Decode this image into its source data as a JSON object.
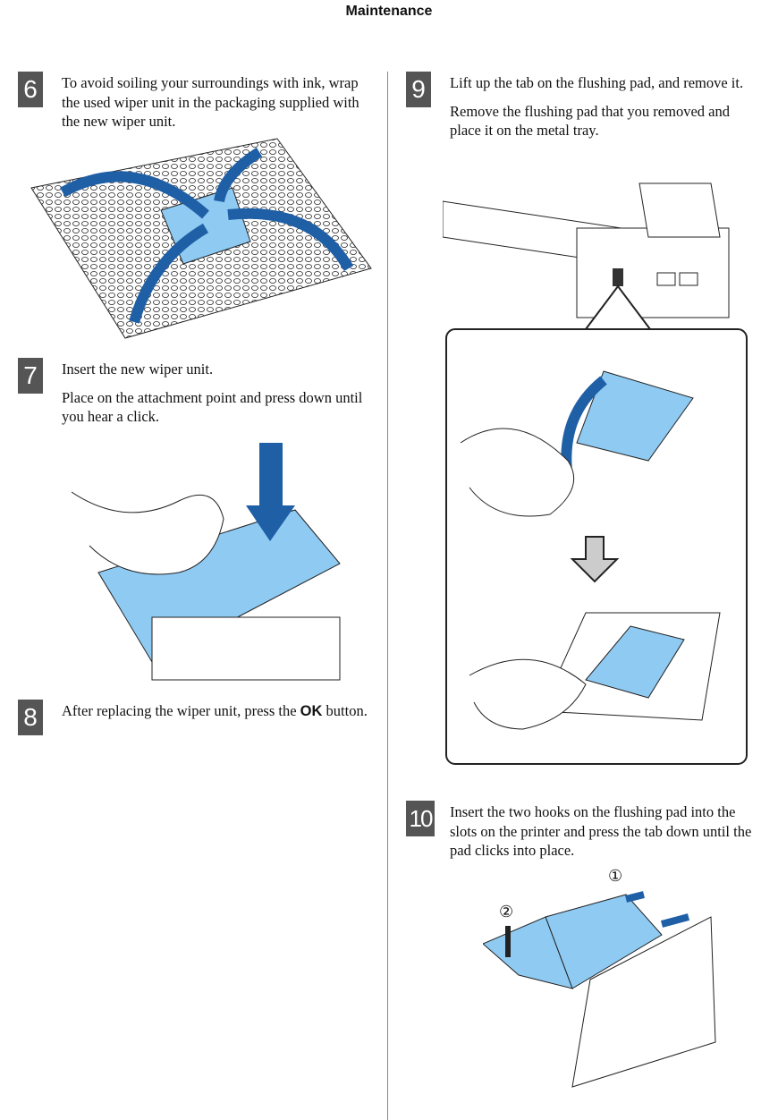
{
  "header": {
    "title": "Maintenance"
  },
  "steps": {
    "s6": {
      "number": "6",
      "text": "To avoid soiling your surroundings with ink, wrap the used wiper unit in the packaging supplied with the new wiper unit."
    },
    "s7": {
      "number": "7",
      "text1": "Insert the new wiper unit.",
      "text2": "Place on the attachment point and press down until you hear a click."
    },
    "s8": {
      "number": "8",
      "text_before": "After replacing the wiper unit, press the ",
      "ok": "OK",
      "text_after": " button."
    },
    "s9": {
      "number": "9",
      "text1": "Lift up the tab on the flushing pad, and remove it.",
      "text2": "Remove the flushing pad that you removed and place it on the metal tray."
    },
    "s10": {
      "number": "10",
      "text": "Insert the two hooks on the flushing pad into the slots on the printer and press the tab down until the pad clicks into place.",
      "callout1": "①",
      "callout2": "②"
    }
  },
  "colors": {
    "arrow": "#1f5fa6",
    "part": "#8fcaf2",
    "badge": "#555555"
  }
}
